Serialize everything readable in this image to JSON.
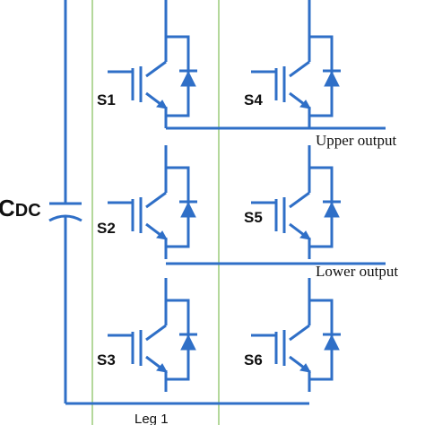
{
  "colors": {
    "wire": "#2f6fc7",
    "diode": "#2f6fc7",
    "leg_box": "#9ccc7a",
    "text": "#111111"
  },
  "capacitor": {
    "label_main": "C",
    "label_sub": "DC"
  },
  "switches": {
    "s1": "S1",
    "s2": "S2",
    "s3": "S3",
    "s4": "S4",
    "s5": "S5",
    "s6": "S6"
  },
  "outputs": {
    "upper": "Upper output",
    "lower": "Lower output"
  },
  "legs": {
    "leg1": "Leg 1"
  }
}
